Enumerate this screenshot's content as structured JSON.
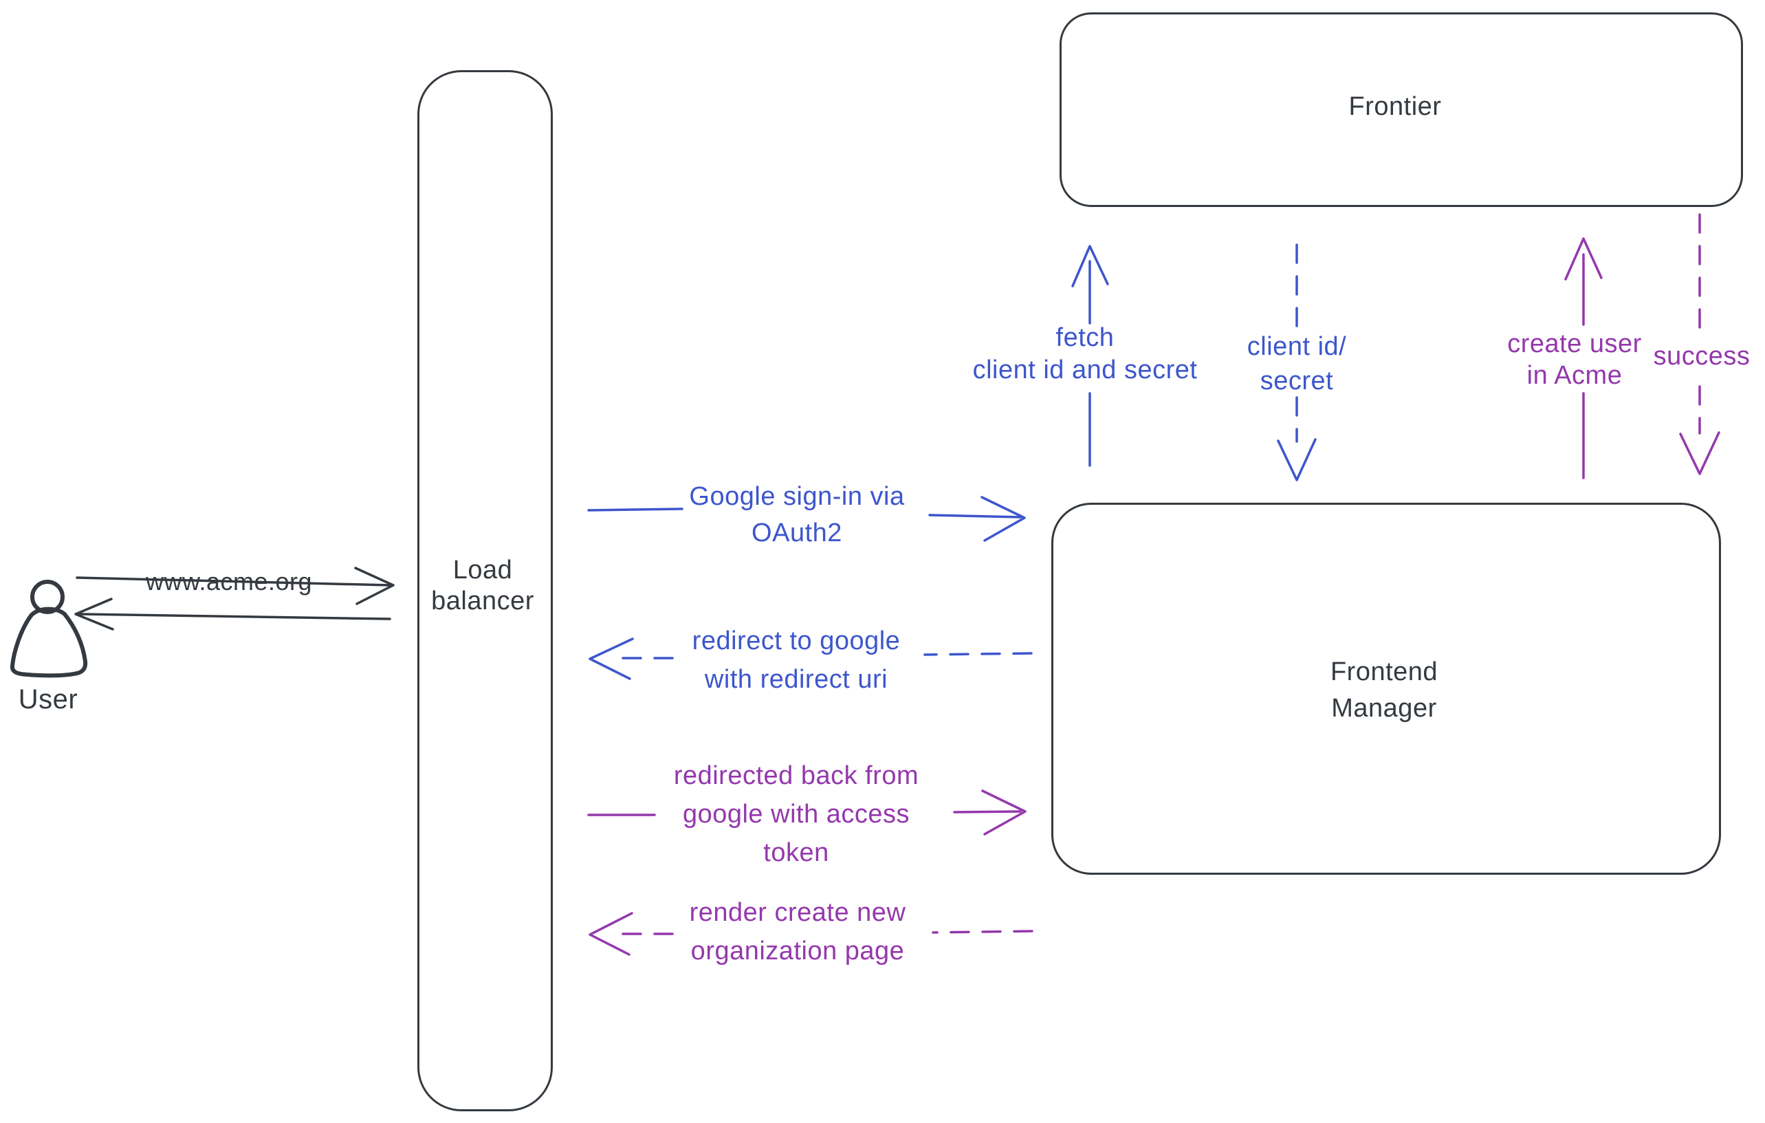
{
  "colors": {
    "ink": "#343a40",
    "blue": "#3d56cc",
    "purple": "#9438ac",
    "hatch": "#ccd5e0",
    "bg": "#ffffff"
  },
  "nodes": {
    "user": {
      "label": "User",
      "icon": "person-icon"
    },
    "load_balancer": {
      "lines": [
        "Load",
        "balancer"
      ]
    },
    "frontier": {
      "label": "Frontier"
    },
    "frontend_manager": {
      "lines": [
        "Frontend",
        "Manager"
      ]
    }
  },
  "edges": {
    "www_acme": {
      "label": "www.acme.org",
      "style": "solid",
      "color": "ink",
      "direction": "user-to-load-balancer"
    },
    "response_to_user": {
      "style": "solid",
      "color": "ink",
      "direction": "load-balancer-to-user"
    },
    "google_signin": {
      "lines": [
        "Google sign-in via",
        "OAuth2"
      ],
      "style": "solid",
      "color": "blue",
      "direction": "load-balancer-to-frontend-manager"
    },
    "redirect_to_google": {
      "lines": [
        "redirect to google",
        "with redirect uri"
      ],
      "style": "dashed",
      "color": "blue",
      "direction": "frontend-manager-to-load-balancer"
    },
    "fetch_client_secret": {
      "lines": [
        "fetch",
        "client id and secret"
      ],
      "style": "solid",
      "color": "blue",
      "direction": "frontend-manager-to-frontier"
    },
    "client_id_secret": {
      "lines": [
        "client id/",
        "secret"
      ],
      "style": "dashed",
      "color": "blue",
      "direction": "frontier-to-frontend-manager"
    },
    "create_user": {
      "lines": [
        "create user",
        "in Acme"
      ],
      "style": "solid",
      "color": "purple",
      "direction": "frontend-manager-to-frontier"
    },
    "success": {
      "label": "success",
      "style": "dashed",
      "color": "purple",
      "direction": "frontier-to-frontend-manager"
    },
    "redirected_back": {
      "lines": [
        "redirected back from",
        "google with access",
        "token"
      ],
      "style": "solid",
      "color": "purple",
      "direction": "load-balancer-to-frontend-manager"
    },
    "render_create_org": {
      "lines": [
        "render create new",
        "organization page"
      ],
      "style": "dashed",
      "color": "purple",
      "direction": "frontend-manager-to-load-balancer"
    }
  }
}
